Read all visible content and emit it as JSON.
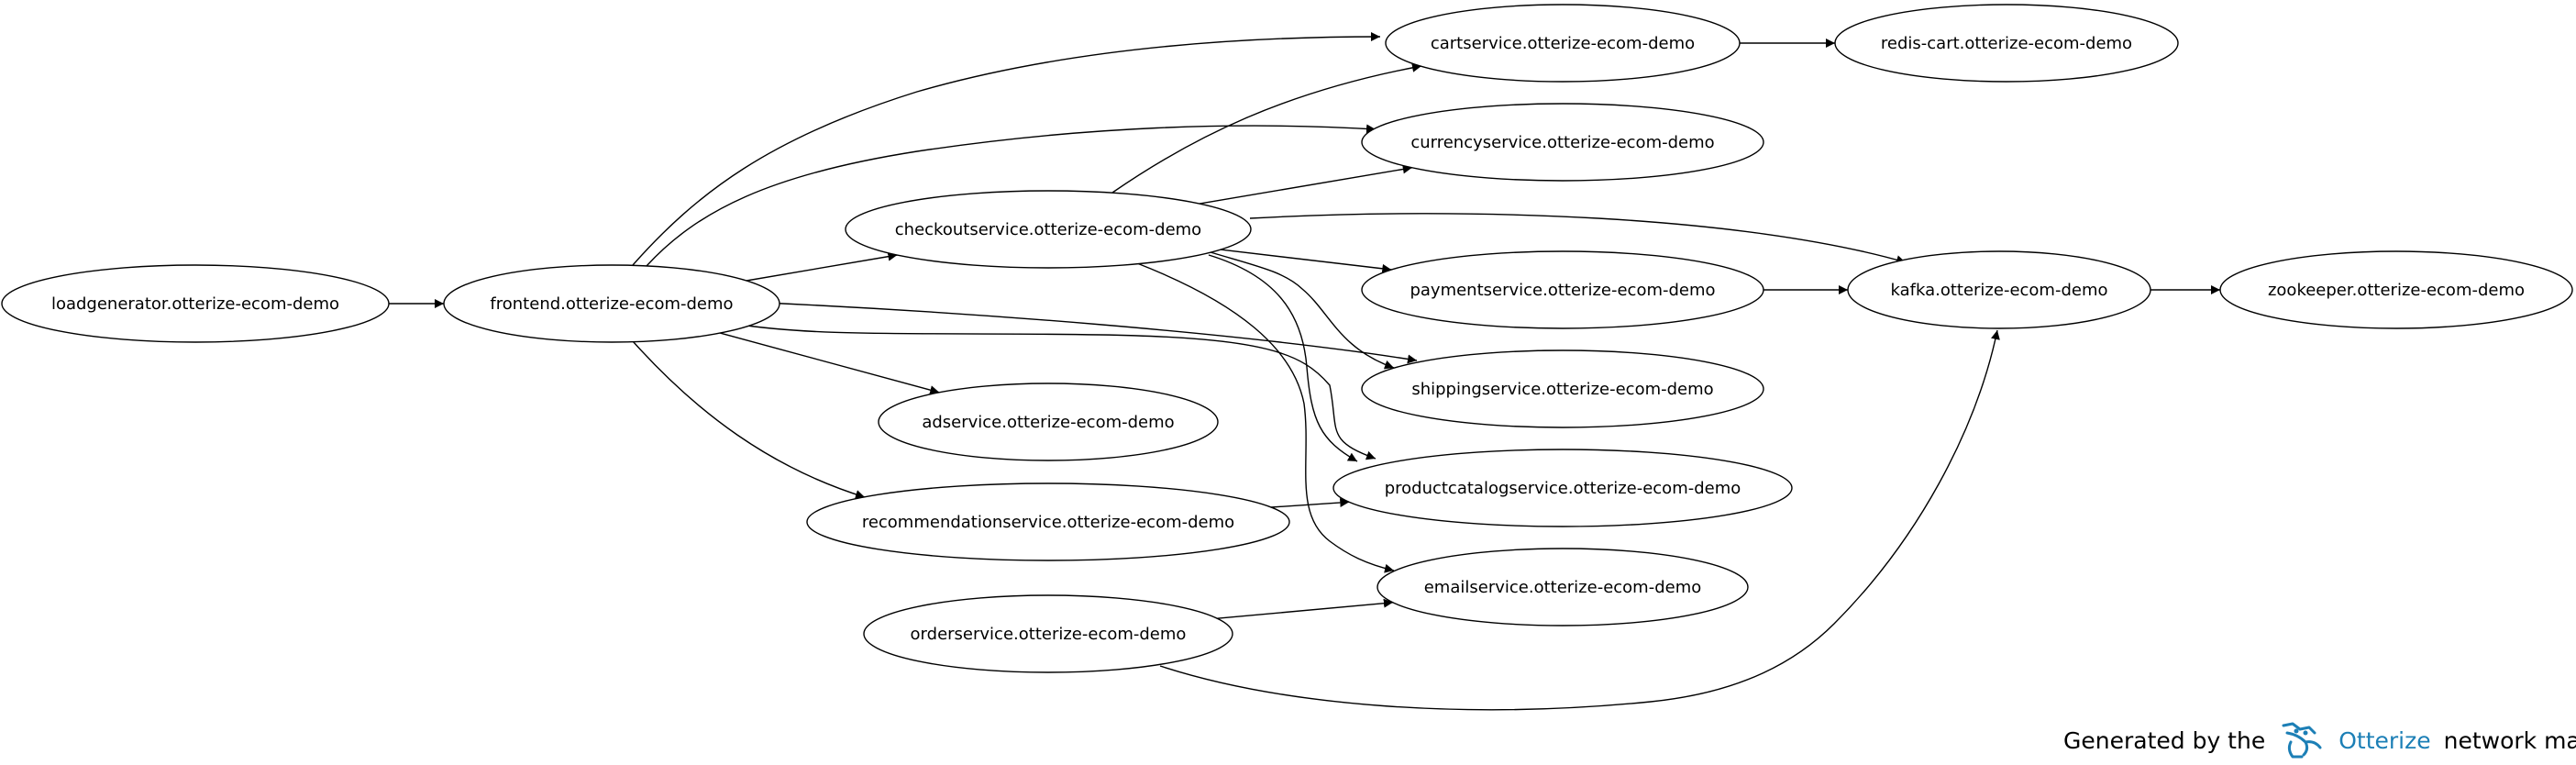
{
  "graph": {
    "nodes": {
      "loadgenerator": "loadgenerator.otterize-ecom-demo",
      "frontend": "frontend.otterize-ecom-demo",
      "checkoutservice": "checkoutservice.otterize-ecom-demo",
      "adservice": "adservice.otterize-ecom-demo",
      "recommendationservice": "recommendationservice.otterize-ecom-demo",
      "orderservice": "orderservice.otterize-ecom-demo",
      "cartservice": "cartservice.otterize-ecom-demo",
      "currencyservice": "currencyservice.otterize-ecom-demo",
      "paymentservice": "paymentservice.otterize-ecom-demo",
      "shippingservice": "shippingservice.otterize-ecom-demo",
      "productcatalogservice": "productcatalogservice.otterize-ecom-demo",
      "emailservice": "emailservice.otterize-ecom-demo",
      "redis_cart": "redis-cart.otterize-ecom-demo",
      "kafka": "kafka.otterize-ecom-demo",
      "zookeeper": "zookeeper.otterize-ecom-demo"
    },
    "edges": [
      [
        "loadgenerator",
        "frontend"
      ],
      [
        "frontend",
        "cartservice"
      ],
      [
        "frontend",
        "currencyservice"
      ],
      [
        "frontend",
        "checkoutservice"
      ],
      [
        "frontend",
        "shippingservice"
      ],
      [
        "frontend",
        "productcatalogservice"
      ],
      [
        "frontend",
        "adservice"
      ],
      [
        "frontend",
        "recommendationservice"
      ],
      [
        "checkoutservice",
        "cartservice"
      ],
      [
        "checkoutservice",
        "currencyservice"
      ],
      [
        "checkoutservice",
        "kafka"
      ],
      [
        "checkoutservice",
        "paymentservice"
      ],
      [
        "checkoutservice",
        "shippingservice"
      ],
      [
        "checkoutservice",
        "productcatalogservice"
      ],
      [
        "checkoutservice",
        "emailservice"
      ],
      [
        "recommendationservice",
        "productcatalogservice"
      ],
      [
        "orderservice",
        "emailservice"
      ],
      [
        "orderservice",
        "kafka"
      ],
      [
        "cartservice",
        "redis_cart"
      ],
      [
        "paymentservice",
        "kafka"
      ],
      [
        "kafka",
        "zookeeper"
      ]
    ]
  },
  "footer": {
    "prefix": "Generated by the",
    "brand": "Otterize",
    "suffix": "network mapper",
    "logo_icon": "otter-logo-icon",
    "brand_color": "#1c7fb6"
  }
}
